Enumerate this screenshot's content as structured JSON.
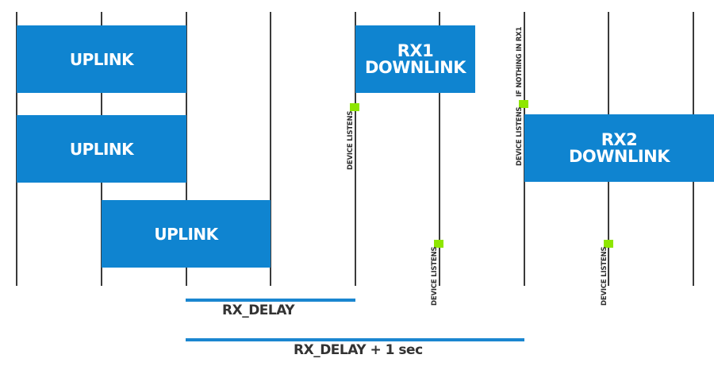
{
  "diagram": {
    "colors": {
      "box": "#0f84d0",
      "marker": "#8ee600",
      "line": "#3a3a3a",
      "span": "#1a86d0"
    },
    "boxes": {
      "uplink_1": "UPLINK",
      "uplink_2": "UPLINK",
      "uplink_3": "UPLINK",
      "rx1": "RX1\nDOWNLINK",
      "rx2": "RX2\nDOWNLINK"
    },
    "labels": {
      "device_listens_rx1_row1": "DEVICE LISTENS",
      "device_listens_rx2_row2": "DEVICE LISTENS",
      "if_nothing_in_rx1": "IF NOTHING IN RX1",
      "device_listens_row3_a": "DEVICE LISTENS",
      "device_listens_row3_b": "DEVICE LISTENS"
    },
    "spans": {
      "rx_delay": "RX_DELAY",
      "rx_delay_plus": "RX_DELAY + 1 sec"
    }
  }
}
